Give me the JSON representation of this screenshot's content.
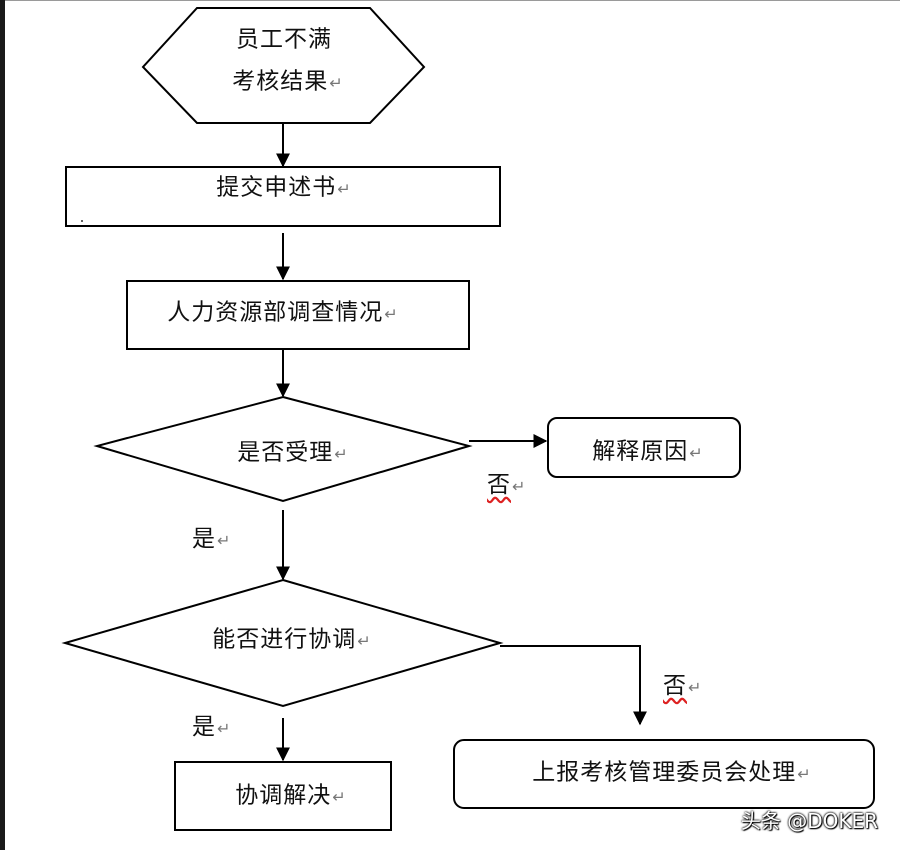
{
  "nodes": {
    "start_line1": "员工不满",
    "start_line2": "考核结果",
    "submit": "提交申述书",
    "investigate": "人力资源部调查情况",
    "decision_accept": "是否受理",
    "explain": "解释原因",
    "decision_coordinate": "能否进行协调",
    "resolve": "协调解决",
    "escalate": "上报考核管理委员会处理"
  },
  "edge_labels": {
    "accept_no": "否",
    "accept_yes": "是",
    "coordinate_no": "否",
    "coordinate_yes": "是"
  },
  "paragraph_mark": "↵",
  "watermark": "头条 @DOKER",
  "colors": {
    "stroke": "#000000",
    "text": "#111111",
    "spellcheck": "#dd2222"
  }
}
